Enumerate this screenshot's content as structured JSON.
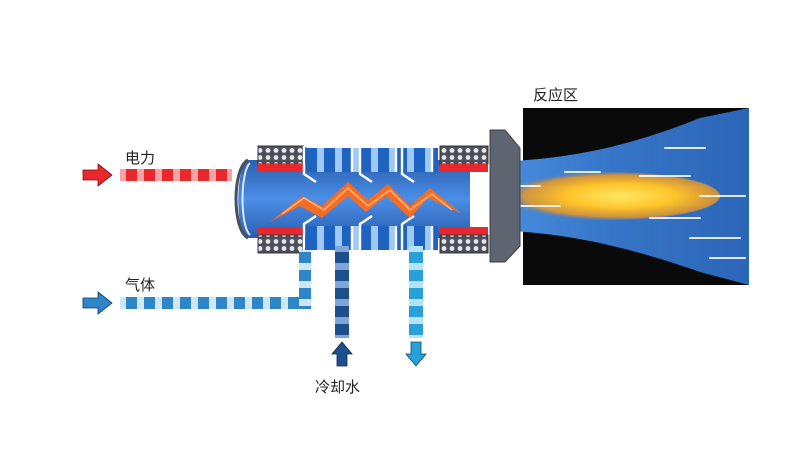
{
  "labels": {
    "power": "电力",
    "gas": "气体",
    "cooling_water": "冷却水",
    "reaction_zone": "反应区"
  },
  "colors": {
    "power_red": "#e8282d",
    "gas_blue": "#2e86c8",
    "cooling_dark": "#1d4f8e",
    "cooling_light": "#2aa0d8",
    "plasma_blue": "#3f7fd0",
    "arc_orange": "#ff6a1a",
    "flame_yellow": "#ffd23a",
    "reaction_bg": "#0a0a0a",
    "casing_gray": "#5e6470"
  },
  "icons": {
    "power_arrow": "arrow-right-red",
    "gas_arrow": "arrow-right-blue",
    "cooling_in_arrow": "arrow-up-dark-blue",
    "cooling_out_arrow": "arrow-down-blue"
  }
}
